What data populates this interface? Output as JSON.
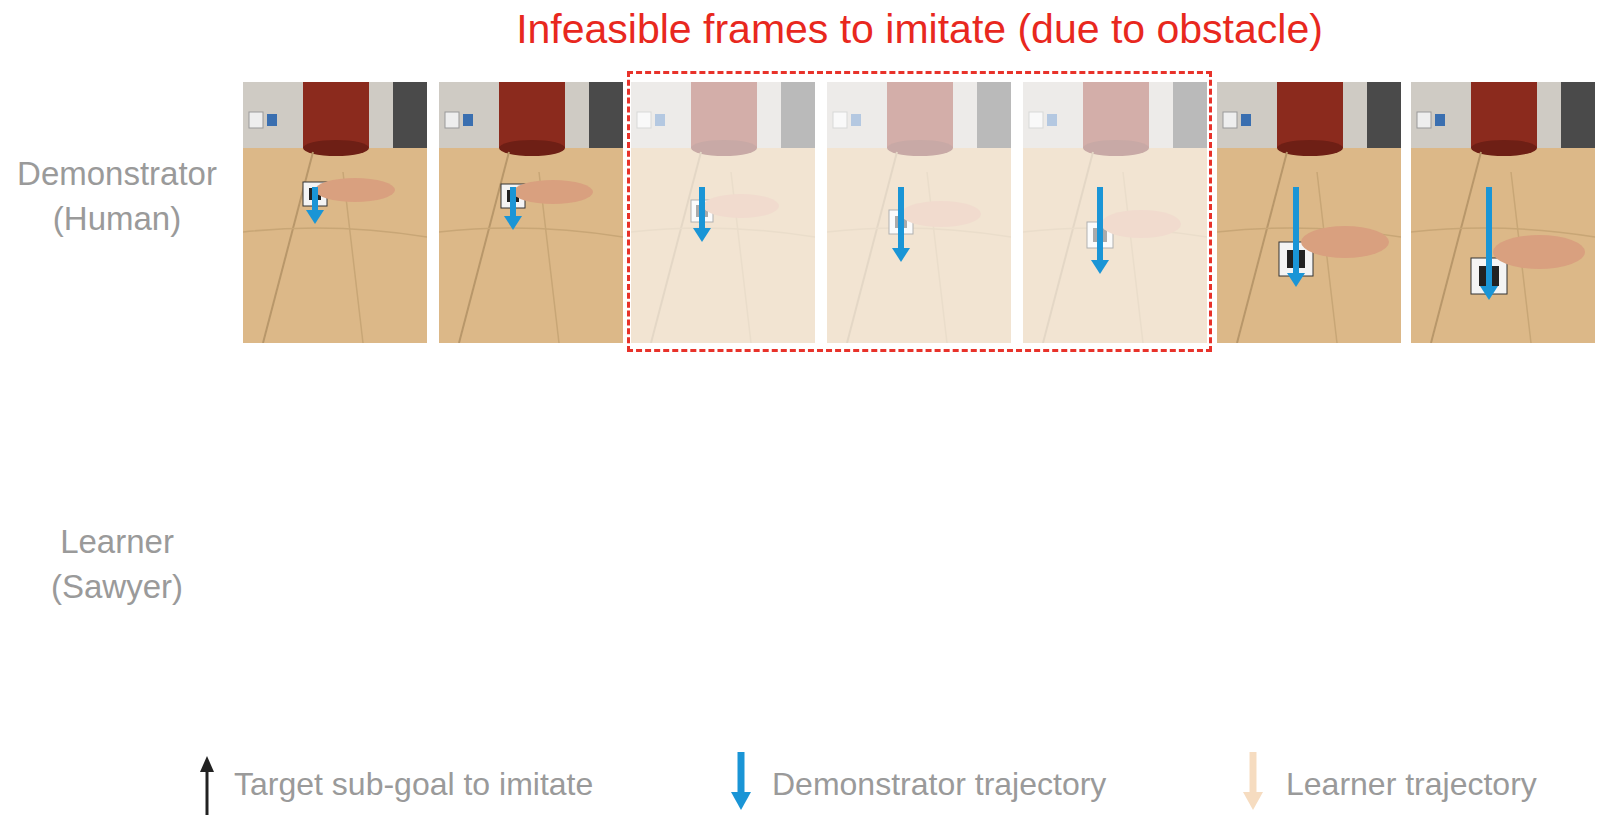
{
  "diagram": {
    "nodes": [
      {
        "text": [
          "Infeasible frames to imitate (due to obstacle)"
        ]
      }
    ],
    "labels": [
      "Demonstrator (Human)",
      "Learner (Sawyer)"
    ],
    "legend": [
      {
        "text": "Target sub-goal to imitate"
      },
      {
        "text": "Demonstrator trajectory"
      },
      {
        "text": "Learner trajectory"
      }
    ]
  }
}
